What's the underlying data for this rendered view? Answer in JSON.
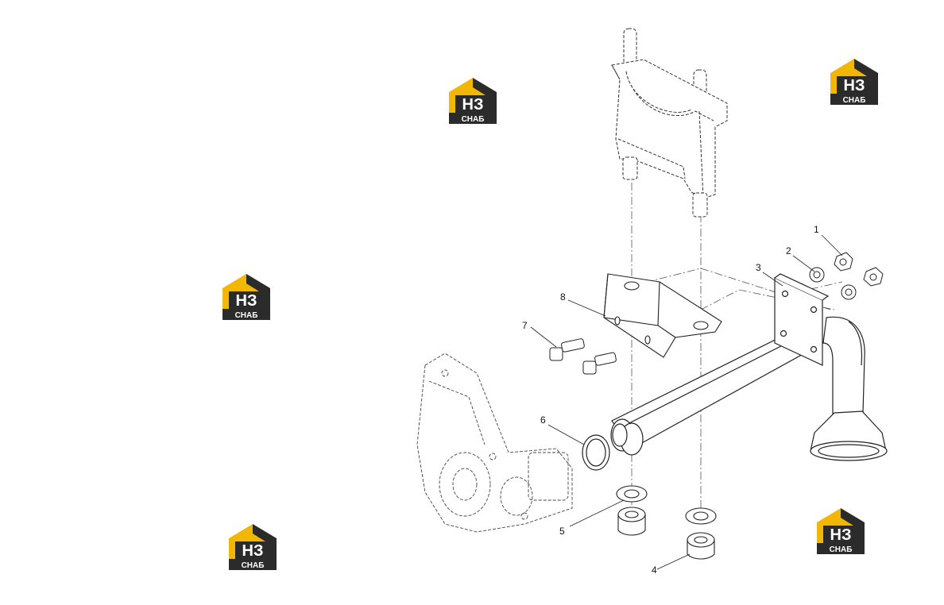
{
  "watermark": {
    "letters": "НЗ",
    "caption": "СНАБ",
    "colors": {
      "roof": "#f2b705",
      "body": "#2b2b2b",
      "text_light": "#ffffff"
    }
  },
  "callouts": [
    {
      "id": "1",
      "label": "1"
    },
    {
      "id": "2",
      "label": "2"
    },
    {
      "id": "3",
      "label": "3"
    },
    {
      "id": "4",
      "label": "4"
    },
    {
      "id": "5",
      "label": "5"
    },
    {
      "id": "6",
      "label": "6"
    },
    {
      "id": "7",
      "label": "7"
    },
    {
      "id": "8",
      "label": "8"
    }
  ],
  "parts": {
    "bearing_cap": "bearing-cap",
    "bracket": "mounting-bracket",
    "flange": "flange-plate",
    "tube": "suction-tube",
    "strainer": "oil-strainer",
    "pump_housing": "oil-pump-housing"
  }
}
